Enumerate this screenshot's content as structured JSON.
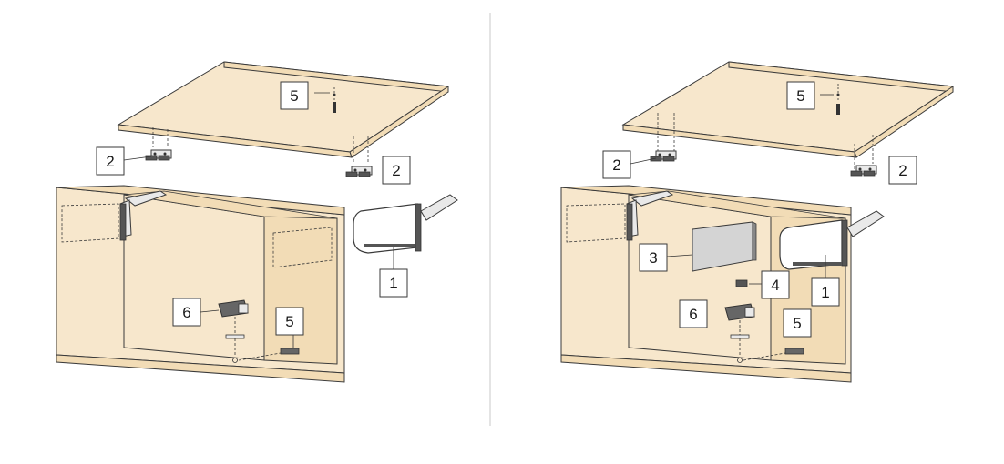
{
  "colors": {
    "panel": "#f7e7cc",
    "panel_edge": "#f2dcb6",
    "stroke": "#3a3a3a",
    "hardware_light": "#e9e9e9",
    "hardware_dark": "#555555",
    "divider": "#c8c8c8"
  },
  "figures": [
    {
      "name": "left-assembly",
      "callouts": [
        {
          "id": "left-5-top",
          "text": "5"
        },
        {
          "id": "left-2-left",
          "text": "2"
        },
        {
          "id": "left-2-right",
          "text": "2"
        },
        {
          "id": "left-1",
          "text": "1"
        },
        {
          "id": "left-6",
          "text": "6"
        },
        {
          "id": "left-5-bottom",
          "text": "5"
        }
      ]
    },
    {
      "name": "right-assembly",
      "callouts": [
        {
          "id": "right-5-top",
          "text": "5"
        },
        {
          "id": "right-2-left",
          "text": "2"
        },
        {
          "id": "right-2-right",
          "text": "2"
        },
        {
          "id": "right-3",
          "text": "3"
        },
        {
          "id": "right-4",
          "text": "4"
        },
        {
          "id": "right-1",
          "text": "1"
        },
        {
          "id": "right-6",
          "text": "6"
        },
        {
          "id": "right-5-bottom",
          "text": "5"
        }
      ]
    }
  ]
}
